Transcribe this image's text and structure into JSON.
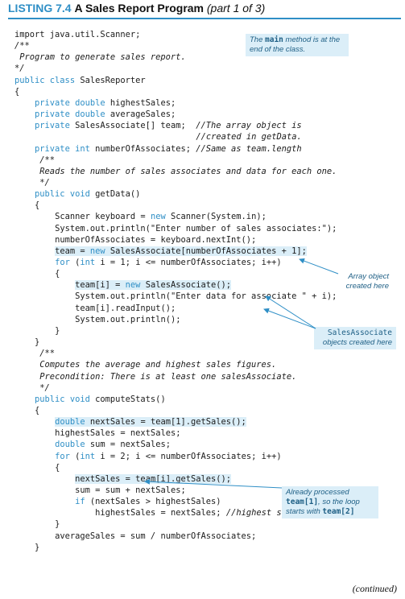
{
  "header": {
    "number": "LISTING 7.4",
    "title": "A Sales Report Program",
    "part": "(part 1 of 3)"
  },
  "callouts": {
    "main_method": {
      "pre": "The ",
      "code": "main",
      "post": " method is at the end of the class."
    },
    "array_object": "Array object created here",
    "sales_associate": {
      "code": "SalesAssociate",
      "rest": "objects created here"
    },
    "already_processed": {
      "pre": "Already processed",
      "code": "team[1]",
      "mid": ", so the loop starts with ",
      "code2": "team[2]"
    }
  },
  "continued": "(continued)",
  "code": [
    {
      "indent": 0,
      "parts": [
        {
          "t": "import java.util.Scanner;"
        }
      ]
    },
    {
      "indent": 0,
      "parts": [
        {
          "t": "/**",
          "c": "cm"
        }
      ]
    },
    {
      "indent": 0,
      "parts": [
        {
          "t": " Program to generate sales report.",
          "c": "cm"
        }
      ]
    },
    {
      "indent": 0,
      "parts": [
        {
          "t": "*/",
          "c": "cm"
        }
      ]
    },
    {
      "indent": 0,
      "parts": [
        {
          "t": "public class",
          "c": "kw"
        },
        {
          "t": " SalesReporter"
        }
      ]
    },
    {
      "indent": 0,
      "parts": [
        {
          "t": "{"
        }
      ]
    },
    {
      "indent": 4,
      "parts": [
        {
          "t": "private double",
          "c": "kw"
        },
        {
          "t": " highestSales;"
        }
      ]
    },
    {
      "indent": 4,
      "parts": [
        {
          "t": "private double",
          "c": "kw"
        },
        {
          "t": " averageSales;"
        }
      ]
    },
    {
      "indent": 4,
      "parts": [
        {
          "t": "private",
          "c": "kw"
        },
        {
          "t": " SalesAssociate[] team;  "
        },
        {
          "t": "//The array object is",
          "c": "cm"
        }
      ]
    },
    {
      "indent": 36,
      "parts": [
        {
          "t": "//created in getData.",
          "c": "cm"
        }
      ]
    },
    {
      "indent": 4,
      "parts": [
        {
          "t": "private int",
          "c": "kw"
        },
        {
          "t": " numberOfAssociates; "
        },
        {
          "t": "//Same as team.length",
          "c": "cm"
        }
      ]
    },
    {
      "indent": 5,
      "parts": [
        {
          "t": "/**",
          "c": "cm"
        }
      ]
    },
    {
      "indent": 5,
      "parts": [
        {
          "t": "Reads the number of sales associates and data for each one.",
          "c": "cm"
        }
      ]
    },
    {
      "indent": 5,
      "parts": [
        {
          "t": "*/",
          "c": "cm"
        }
      ]
    },
    {
      "indent": 4,
      "parts": [
        {
          "t": "public void",
          "c": "kw"
        },
        {
          "t": " getData()"
        }
      ]
    },
    {
      "indent": 4,
      "parts": [
        {
          "t": "{"
        }
      ]
    },
    {
      "indent": 8,
      "parts": [
        {
          "t": "Scanner keyboard = "
        },
        {
          "t": "new",
          "c": "kw"
        },
        {
          "t": " Scanner(System.in);"
        }
      ]
    },
    {
      "indent": 8,
      "parts": [
        {
          "t": "System.out.println(\"Enter number of sales associates:\");"
        }
      ]
    },
    {
      "indent": 8,
      "parts": [
        {
          "t": "numberOfAssociates = keyboard.nextInt();"
        }
      ]
    },
    {
      "indent": 8,
      "hl": true,
      "parts": [
        {
          "t": "team = "
        },
        {
          "t": "new",
          "c": "kw"
        },
        {
          "t": " SalesAssociate[numberOfAssociates + 1];"
        }
      ]
    },
    {
      "indent": 8,
      "parts": [
        {
          "t": "for",
          "c": "kw"
        },
        {
          "t": " ("
        },
        {
          "t": "int",
          "c": "kw"
        },
        {
          "t": " i = 1; i <= numberOfAssociates; i++)"
        }
      ]
    },
    {
      "indent": 8,
      "parts": [
        {
          "t": "{"
        }
      ]
    },
    {
      "indent": 12,
      "hl": true,
      "parts": [
        {
          "t": "team[i] = "
        },
        {
          "t": "new",
          "c": "kw"
        },
        {
          "t": " SalesAssociate();"
        }
      ]
    },
    {
      "indent": 12,
      "parts": [
        {
          "t": "System.out.println(\"Enter data for associate \" + i);"
        }
      ]
    },
    {
      "indent": 12,
      "parts": [
        {
          "t": "team[i].readInput();"
        }
      ]
    },
    {
      "indent": 12,
      "parts": [
        {
          "t": "System.out.println();"
        }
      ]
    },
    {
      "indent": 8,
      "parts": [
        {
          "t": "}"
        }
      ]
    },
    {
      "indent": 4,
      "parts": [
        {
          "t": "}"
        }
      ]
    },
    {
      "indent": 5,
      "parts": [
        {
          "t": "/**",
          "c": "cm"
        }
      ]
    },
    {
      "indent": 5,
      "parts": [
        {
          "t": "Computes the average and highest sales figures.",
          "c": "cm"
        }
      ]
    },
    {
      "indent": 5,
      "parts": [
        {
          "t": "Precondition: There is at least one salesAssociate.",
          "c": "cm"
        }
      ]
    },
    {
      "indent": 5,
      "parts": [
        {
          "t": "*/",
          "c": "cm"
        }
      ]
    },
    {
      "indent": 4,
      "parts": [
        {
          "t": "public void",
          "c": "kw"
        },
        {
          "t": " computeStats()"
        }
      ]
    },
    {
      "indent": 4,
      "parts": [
        {
          "t": "{"
        }
      ]
    },
    {
      "indent": 8,
      "hl": true,
      "parts": [
        {
          "t": "double",
          "c": "kw"
        },
        {
          "t": " nextSales = team[1].getSales();"
        }
      ]
    },
    {
      "indent": 8,
      "parts": [
        {
          "t": "highestSales = nextSales;"
        }
      ]
    },
    {
      "indent": 8,
      "parts": [
        {
          "t": "double",
          "c": "kw"
        },
        {
          "t": " sum = nextSales;"
        }
      ]
    },
    {
      "indent": 8,
      "parts": [
        {
          "t": "for",
          "c": "kw"
        },
        {
          "t": " ("
        },
        {
          "t": "int",
          "c": "kw"
        },
        {
          "t": " i = 2; i <= numberOfAssociates; i++)"
        }
      ]
    },
    {
      "indent": 8,
      "parts": [
        {
          "t": "{"
        }
      ]
    },
    {
      "indent": 12,
      "hl": true,
      "parts": [
        {
          "t": "nextSales = team[i].getSales();"
        }
      ]
    },
    {
      "indent": 12,
      "parts": [
        {
          "t": "sum = sum + nextSales;"
        }
      ]
    },
    {
      "indent": 12,
      "parts": [
        {
          "t": "if",
          "c": "kw"
        },
        {
          "t": " (nextSales > highestSales)"
        }
      ]
    },
    {
      "indent": 16,
      "parts": [
        {
          "t": "highestSales = nextSales; "
        },
        {
          "t": "//highest sales so far.",
          "c": "cm"
        }
      ]
    },
    {
      "indent": 8,
      "parts": [
        {
          "t": "}"
        }
      ]
    },
    {
      "indent": 8,
      "parts": [
        {
          "t": "averageSales = sum / numberOfAssociates;"
        }
      ]
    },
    {
      "indent": 4,
      "parts": [
        {
          "t": "}"
        }
      ]
    }
  ]
}
